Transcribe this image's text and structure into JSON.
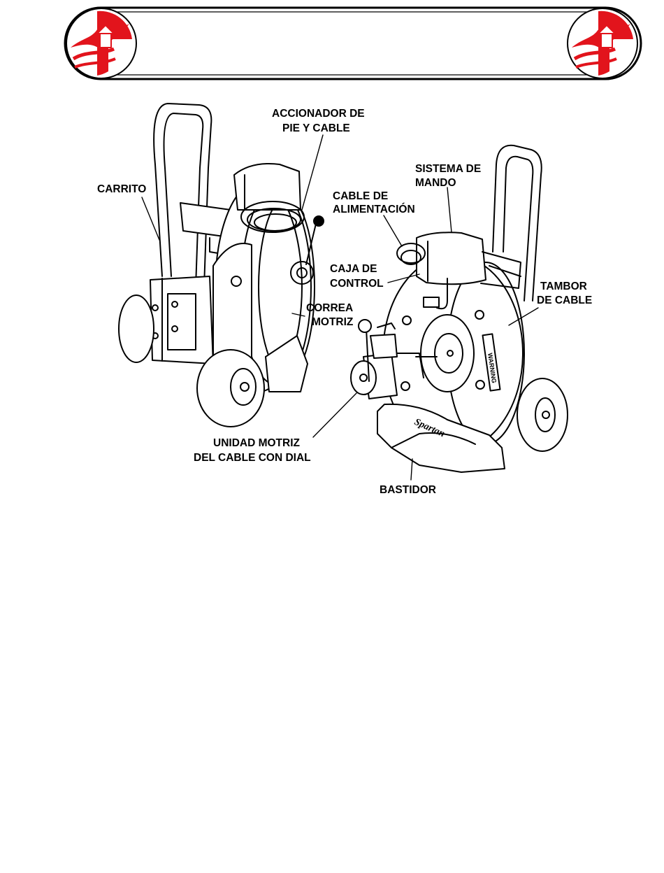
{
  "header": {
    "logo_left": "red-circle-logo",
    "logo_right": "red-circle-logo",
    "colors": {
      "logo_red": "#e2141c",
      "border": "#000000"
    }
  },
  "diagram": {
    "labels": {
      "accionador_line1": "ACCIONADOR DE",
      "accionador_line2": "PIE Y CABLE",
      "carrito": "CARRITO",
      "sistema_line1": "SISTEMA DE",
      "sistema_line2": "MANDO",
      "cable_alim_line1": "CABLE DE",
      "cable_alim_line2": "ALIMENTACIÓN",
      "caja_line1": "CAJA DE",
      "caja_line2": "CONTROL",
      "correa_line1": "CORREA",
      "correa_line2": "MOTRIZ",
      "tambor_line1": "TAMBOR",
      "tambor_line2": "DE CABLE",
      "unidad_line1": "UNIDAD MOTRIZ",
      "unidad_line2": "DEL CABLE CON DIAL",
      "bastidor": "BASTIDOR",
      "brand": "Spartan",
      "warning": "WARNING"
    }
  }
}
